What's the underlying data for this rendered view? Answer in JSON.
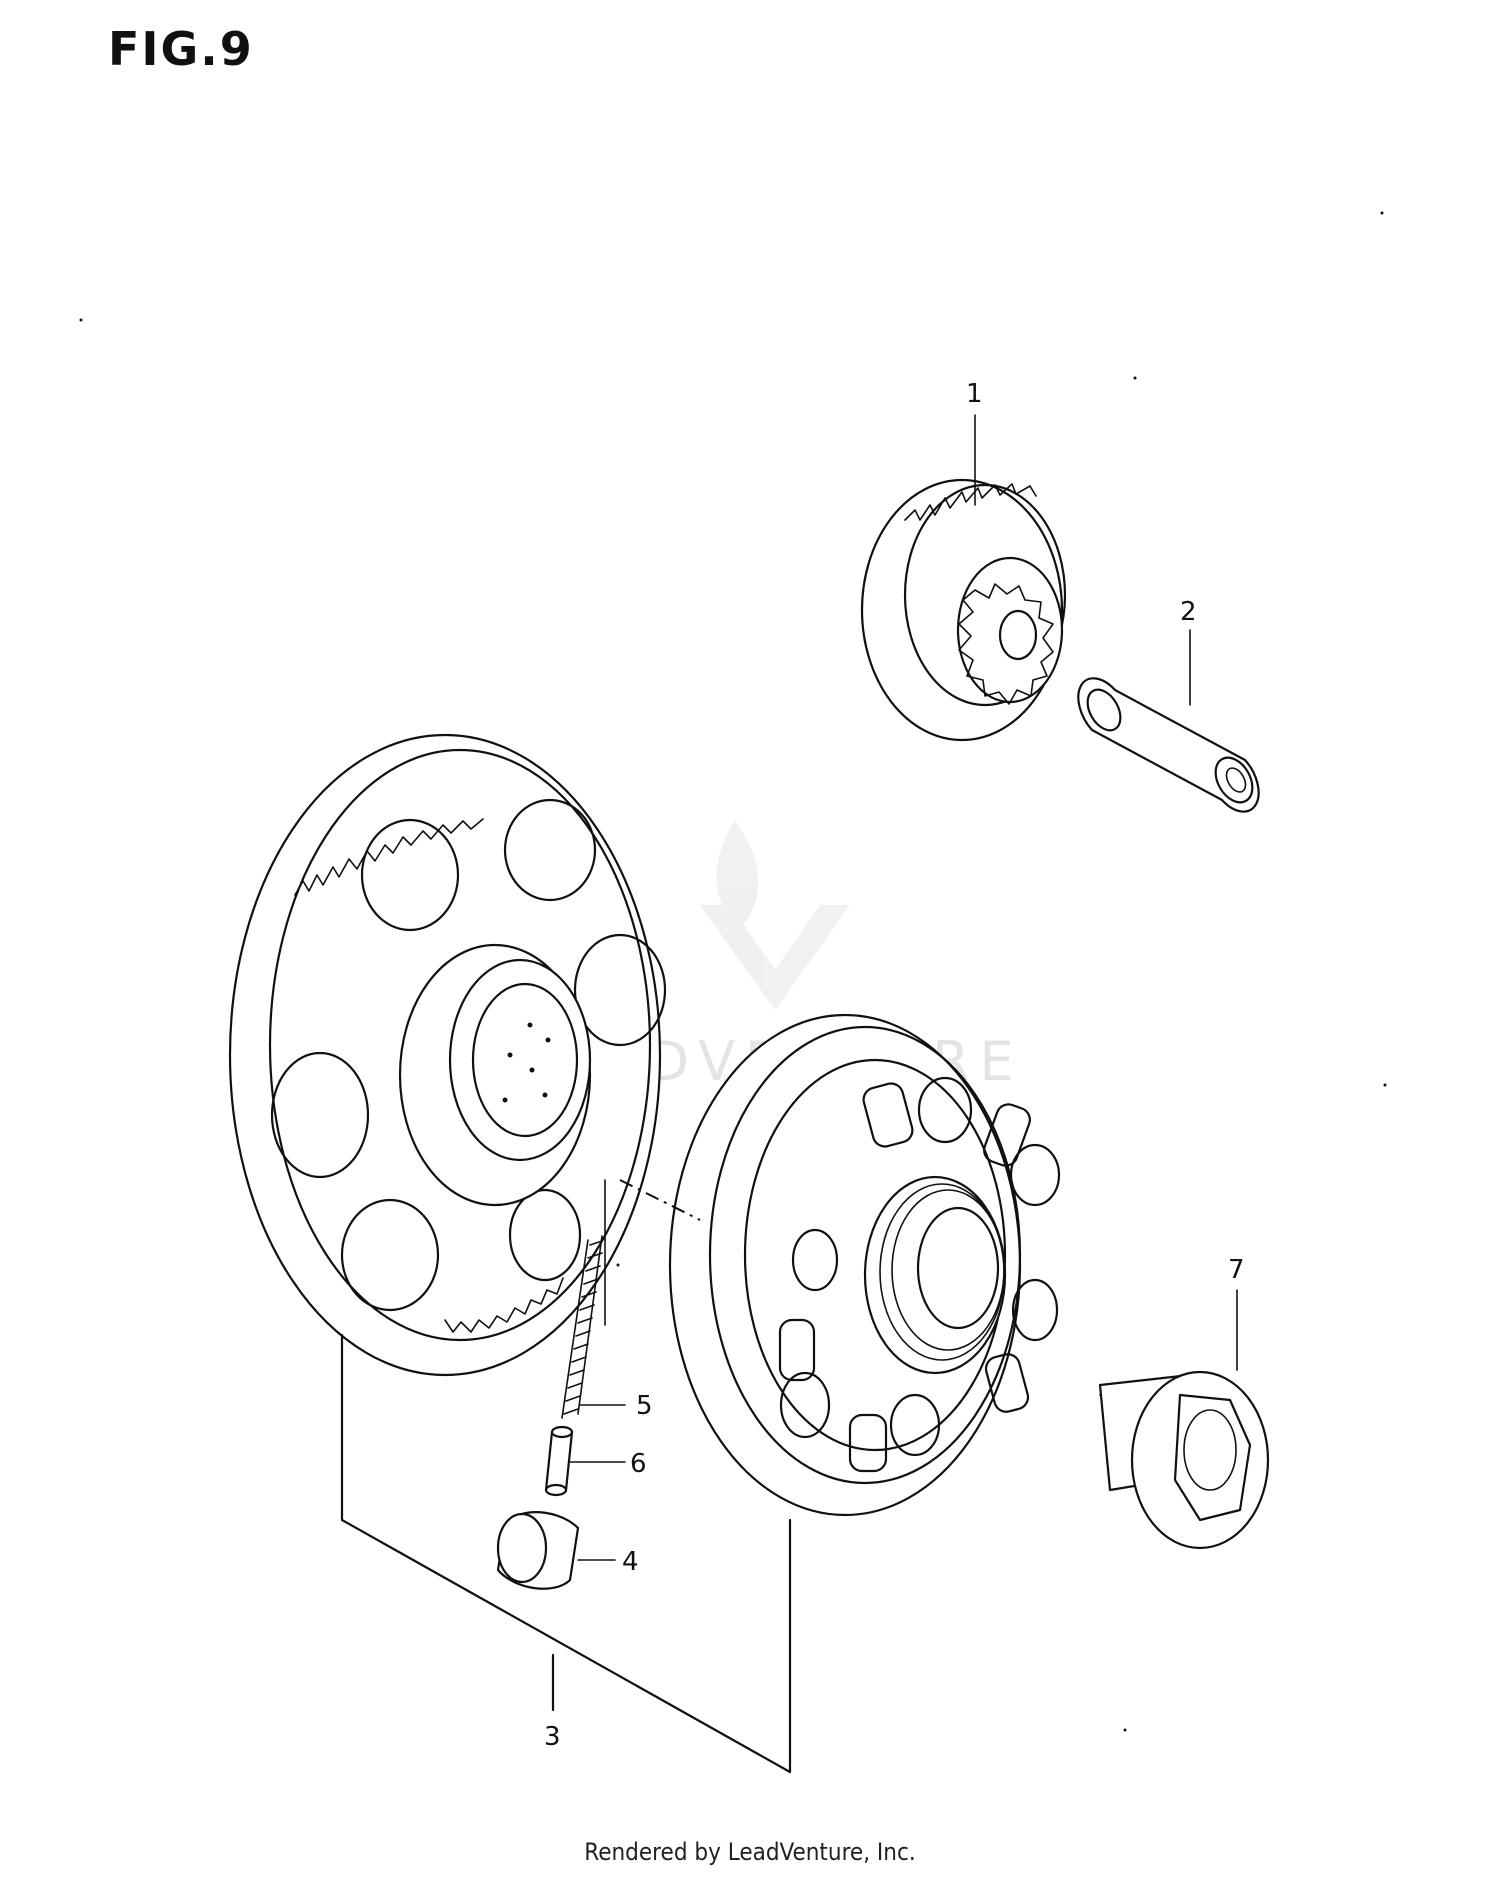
{
  "figure": {
    "title": "FIG.9"
  },
  "callouts": [
    {
      "id": "1",
      "label": "1"
    },
    {
      "id": "2",
      "label": "2"
    },
    {
      "id": "3",
      "label": "3"
    },
    {
      "id": "4",
      "label": "4"
    },
    {
      "id": "5",
      "label": "5"
    },
    {
      "id": "6",
      "label": "6"
    },
    {
      "id": "7",
      "label": "7"
    }
  ],
  "watermark": {
    "text": "LEADVENTURE"
  },
  "footer": {
    "text": "Rendered by LeadVenture, Inc."
  }
}
